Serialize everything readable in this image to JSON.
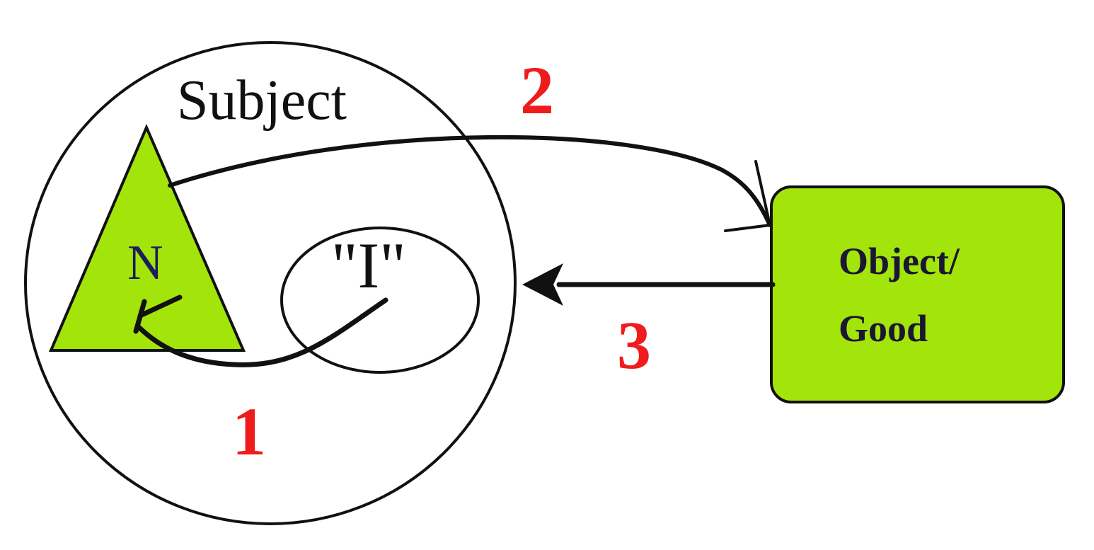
{
  "diagram": {
    "subject_label": "Subject",
    "self_label": "\"I\"",
    "norm_label": "N",
    "object_label_line1": "Object/",
    "object_label_line2": "Good",
    "step1_label": "1",
    "step2_label": "2",
    "step3_label": "3"
  },
  "colors": {
    "green_fill": "#a3e40a",
    "outline": "#111111",
    "step_number": "#ee1c1c",
    "box_text": "#1a1633",
    "n_text": "#1c1d5a"
  }
}
